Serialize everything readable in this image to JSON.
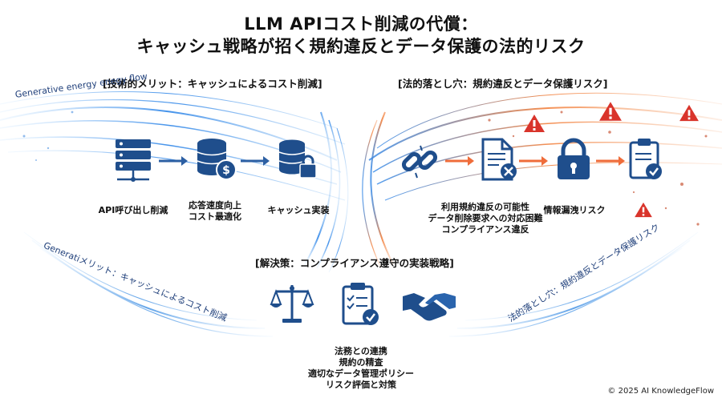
{
  "title": {
    "line1": "LLM APIコスト削減の代償：",
    "line2": "キャッシュ戦略が招く規約違反とデータ保護の法的リスク"
  },
  "left_section": {
    "heading": "[技術的メリット：キャッシュによるコスト削減]",
    "flow_label": "Generative energy enegy flow",
    "steps": [
      {
        "icon": "server-icon",
        "label": "API呼び出し削減"
      },
      {
        "icon": "database-dollar-icon",
        "label": "応答速度向上\nコスト最適化"
      },
      {
        "icon": "database-lock-icon",
        "label": "キャッシュ実装"
      }
    ]
  },
  "right_section": {
    "heading": "[法的落とし穴：規約違反とデータ保護リスク]",
    "steps": [
      {
        "icon": "broken-chain-icon",
        "label": "利用規約違反の可能性\nデータ削除要求への対応困難\nコンプライアンス違反"
      },
      {
        "icon": "document-x-icon",
        "label": ""
      },
      {
        "icon": "padlock-icon",
        "label": "情報漏洩リスク"
      },
      {
        "icon": "clipboard-check-icon",
        "label": ""
      }
    ]
  },
  "solution_section": {
    "heading": "[解決策：コンプライアンス遵守の実装戦略]",
    "icons": [
      "scales-icon",
      "checklist-icon",
      "handshake-icon"
    ],
    "items": [
      "法務との連携",
      "規約の精査",
      "適切なデータ管理ポリシー",
      "リスク評価と対策"
    ]
  },
  "curve_labels": {
    "left": "Generatiメリット：キャッシュによるコスト削減",
    "right": "法的落とし穴：規約違反とデータ保護リスク"
  },
  "footer": "© 2025 AI KnowledgeFlow",
  "colors": {
    "accent_blue": "#1f4e8c",
    "flow_blue": "#3d8fe0",
    "flow_orange": "#f07a3c",
    "warning_red": "#d9342b"
  }
}
